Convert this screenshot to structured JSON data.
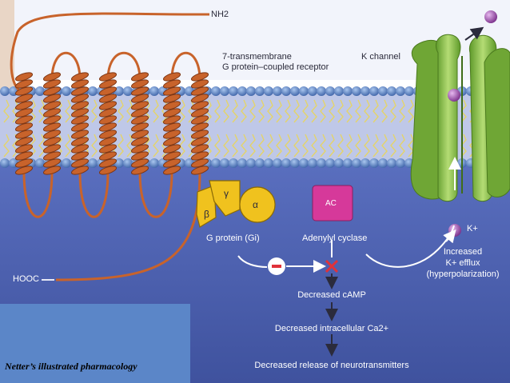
{
  "labels": {
    "nh2": "NH2",
    "receptor_line1": "7-transmembrane",
    "receptor_line2": "G protein–coupled receptor",
    "k_channel": "K channel",
    "hooc": "HOOC",
    "beta": "β",
    "gamma": "γ",
    "alpha": "α",
    "ac": "AC",
    "g_protein": "G protein (Gi)",
    "adenylyl_cyclase": "Adenylyl cyclase",
    "k_ion": "K+",
    "efflux_line1": "Increased",
    "efflux_line2": "K+ efflux",
    "efflux_line3": "(hyperpolarization)",
    "decreased_camp": "Decreased cAMP",
    "decreased_ca": "Decreased intracellular Ca2+",
    "decreased_release": "Decreased release of neurotransmitters",
    "caption": "Netter’s illustrated pharmacology"
  },
  "colors": {
    "cytoplasm": "#4f63b0",
    "extracellular": "#f2f4fb",
    "receptor": "#c8632b",
    "membrane_head": "#5d86c9",
    "channel": "#86b848",
    "gprotein": "#f0c21e",
    "ac": "#d6399a",
    "inhibit": "#e0323a",
    "ion": "#9b4aa6"
  }
}
